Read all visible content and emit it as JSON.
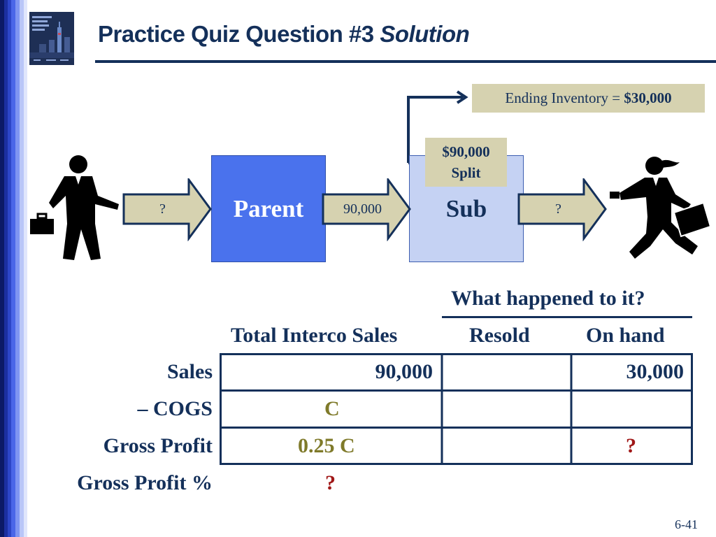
{
  "slide": {
    "title": "Practice Quiz Question #3",
    "title_emphasis": "Solution",
    "page_number": "6-41"
  },
  "colors": {
    "navy": "#14305a",
    "parent_box": "#4a72ed",
    "sub_box": "#c5d2f3",
    "callout_bg": "#d6d2b0",
    "arrow_fill": "#d6d2b0",
    "highlight_olive": "#7f7a2a",
    "question_red": "#a01818"
  },
  "icons": {
    "book_cover": "textbook-cover-icon",
    "seller": "businessman-with-briefcase-icon",
    "buyer": "running-businessman-with-briefcase-icon"
  },
  "diagram": {
    "ending_inventory_label": "Ending Inventory = ",
    "ending_inventory_value": "$30,000",
    "split_line1": "$90,000",
    "split_line2": "Split",
    "parent_label": "Parent",
    "sub_label": "Sub",
    "arrow_in_label": "?",
    "arrow_mid_label": "90,000",
    "arrow_out_label": "?"
  },
  "table": {
    "group_header": "What happened to it?",
    "columns": [
      "Total Interco Sales",
      "Resold",
      "On hand"
    ],
    "rows": [
      {
        "label": "Sales",
        "total": "90,000",
        "resold": "",
        "on_hand": "30,000"
      },
      {
        "label": "–  COGS",
        "total": "C",
        "resold": "",
        "on_hand": ""
      },
      {
        "label": "Gross Profit",
        "total": "0.25 C",
        "resold": "",
        "on_hand": "?"
      },
      {
        "label": "Gross Profit %",
        "total": "?",
        "resold": "",
        "on_hand": ""
      }
    ]
  }
}
